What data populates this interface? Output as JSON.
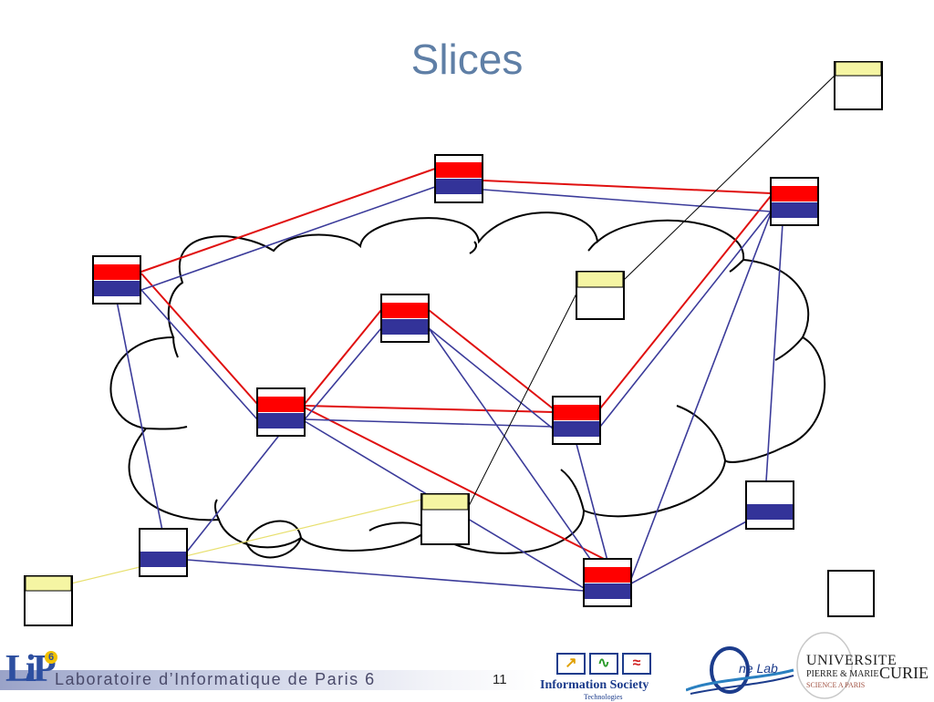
{
  "title": "Slices",
  "footer": {
    "lab_name": "Laboratoire d’Informatique de Paris 6",
    "page_number": "11",
    "lip_logo_text": "LIP6",
    "ist_logo_text": "Information Society",
    "ist_logo_subtext": "Technologies",
    "onelab_logo_text": "ne Lab",
    "upmc_logo_line1": "UNIVERSITE",
    "upmc_logo_line2": "PIERRE & MARIE",
    "upmc_logo_line3": "CURIE",
    "upmc_logo_line4": "SCIENCE A PARIS"
  },
  "colors": {
    "title": "#5f7fa6",
    "slice_red": "#ff0000",
    "slice_blue": "#333399",
    "slice_yellow": "#f5f5a3",
    "link_red": "#e01010",
    "link_blue": "#3b3b9a",
    "link_black": "#000000",
    "link_yellow": "#e8e070"
  }
}
